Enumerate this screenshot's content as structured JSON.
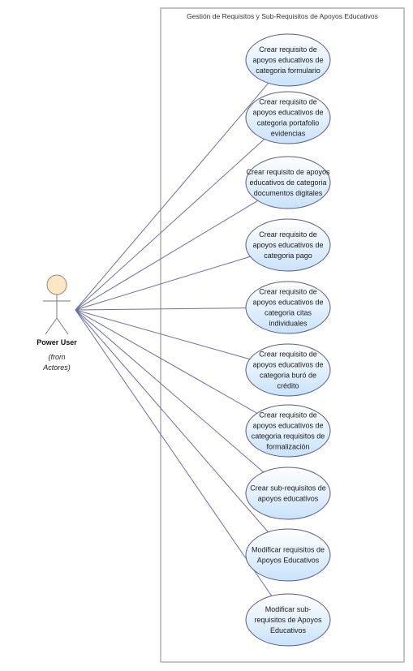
{
  "boundary": {
    "title": "Gestión de Requisitos y Sub-Requisitos de Apoyos Educativos"
  },
  "actor": {
    "name": "Power User",
    "note_lines": [
      "(from",
      "Actores)"
    ]
  },
  "use_cases": [
    {
      "lines": [
        "Crear requisito de",
        "apoyos educativos de",
        "categoria formulario"
      ]
    },
    {
      "lines": [
        "Crear requisito de",
        "apoyos educativos de",
        "categoria portafolio",
        "evidencias"
      ]
    },
    {
      "lines": [
        "Crear requisito de apoyos",
        "educativos de categoria",
        "documentos digitales"
      ]
    },
    {
      "lines": [
        "Crear requisito de",
        "apoyos educativos de",
        "categoria pago"
      ]
    },
    {
      "lines": [
        "Crear requisito de",
        "apoyos educativos de",
        "categoria citas",
        "individuales"
      ]
    },
    {
      "lines": [
        "Crear requisito de",
        "apoyos educativos de",
        "categoria buró de",
        "crédito"
      ]
    },
    {
      "lines": [
        "Crear requisito de",
        "apoyos educativos de",
        "categoria requisitos de",
        "formalización"
      ]
    },
    {
      "lines": [
        "Crear sub-requisitos de",
        "apoyos educativos"
      ]
    },
    {
      "lines": [
        "Modificar requisitos de",
        "Apoyos Educativos"
      ]
    },
    {
      "lines": [
        "Modificar sub-",
        "requisitos de Apoyos",
        "Educativos"
      ]
    }
  ],
  "colors": {
    "line": "#6e6e96",
    "ellipse_stroke": "#5a5a7a",
    "ellipse_fill_top": "#ffffff",
    "ellipse_fill_bottom": "#c9e2fb",
    "actor_head_fill": "#fbe7c6",
    "actor_head_stroke": "#9a8a70",
    "boundary_stroke": "#8a8a8a"
  }
}
